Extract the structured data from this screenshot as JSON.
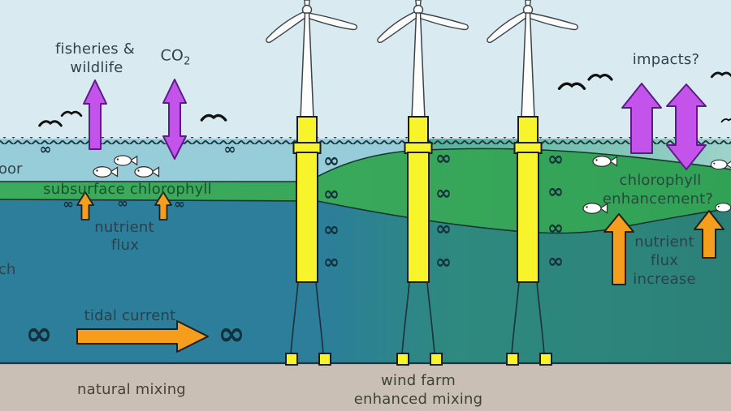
{
  "labels": {
    "fisheries": {
      "line1": "fisheries &",
      "line2": "wildlife"
    },
    "co2": {
      "main": "CO",
      "sub": "2"
    },
    "impacts": "impacts?",
    "chlorophyll_enhancement": {
      "line1": "chlorophyll",
      "line2": "enhancement?"
    },
    "nutrient_flux_increase": {
      "line1": "nutrient",
      "line2": "flux",
      "line3": "increase"
    },
    "subsurface_chlorophyll": "subsurface chlorophyll",
    "nutrient_flux": {
      "line1": "nutrient",
      "line2": "flux"
    },
    "tidal_current": "tidal current",
    "natural_mixing": "natural mixing",
    "wind_farm_mixing": {
      "line1": "wind farm",
      "line2": "enhanced mixing"
    },
    "left_edge_cropped_top": "oor",
    "left_edge_cropped_bottom": "ch"
  },
  "glyphs": {
    "infinity": "∞"
  },
  "scene": {
    "turbine_count": 3,
    "bird_count": 7,
    "fish_count": 7
  },
  "colors": {
    "sky": "#d9ebf1",
    "surface_water": "#97cdd9",
    "surface_water_mixed_left": "#50ae95",
    "surface_water_mixed_right": "#9dd3ca",
    "chlorophyll_green": "#38a85a",
    "deep_water": "#2c7e9a",
    "deep_water_mixed": "#2d8478",
    "seabed": "#c9bfb4",
    "turbine_yellow": "#f8f42c",
    "arrow_purple": "#c353ea",
    "arrow_purple_outline": "#5b1d85",
    "arrow_orange": "#f59e1e",
    "outline_dark": "#1d3038"
  }
}
